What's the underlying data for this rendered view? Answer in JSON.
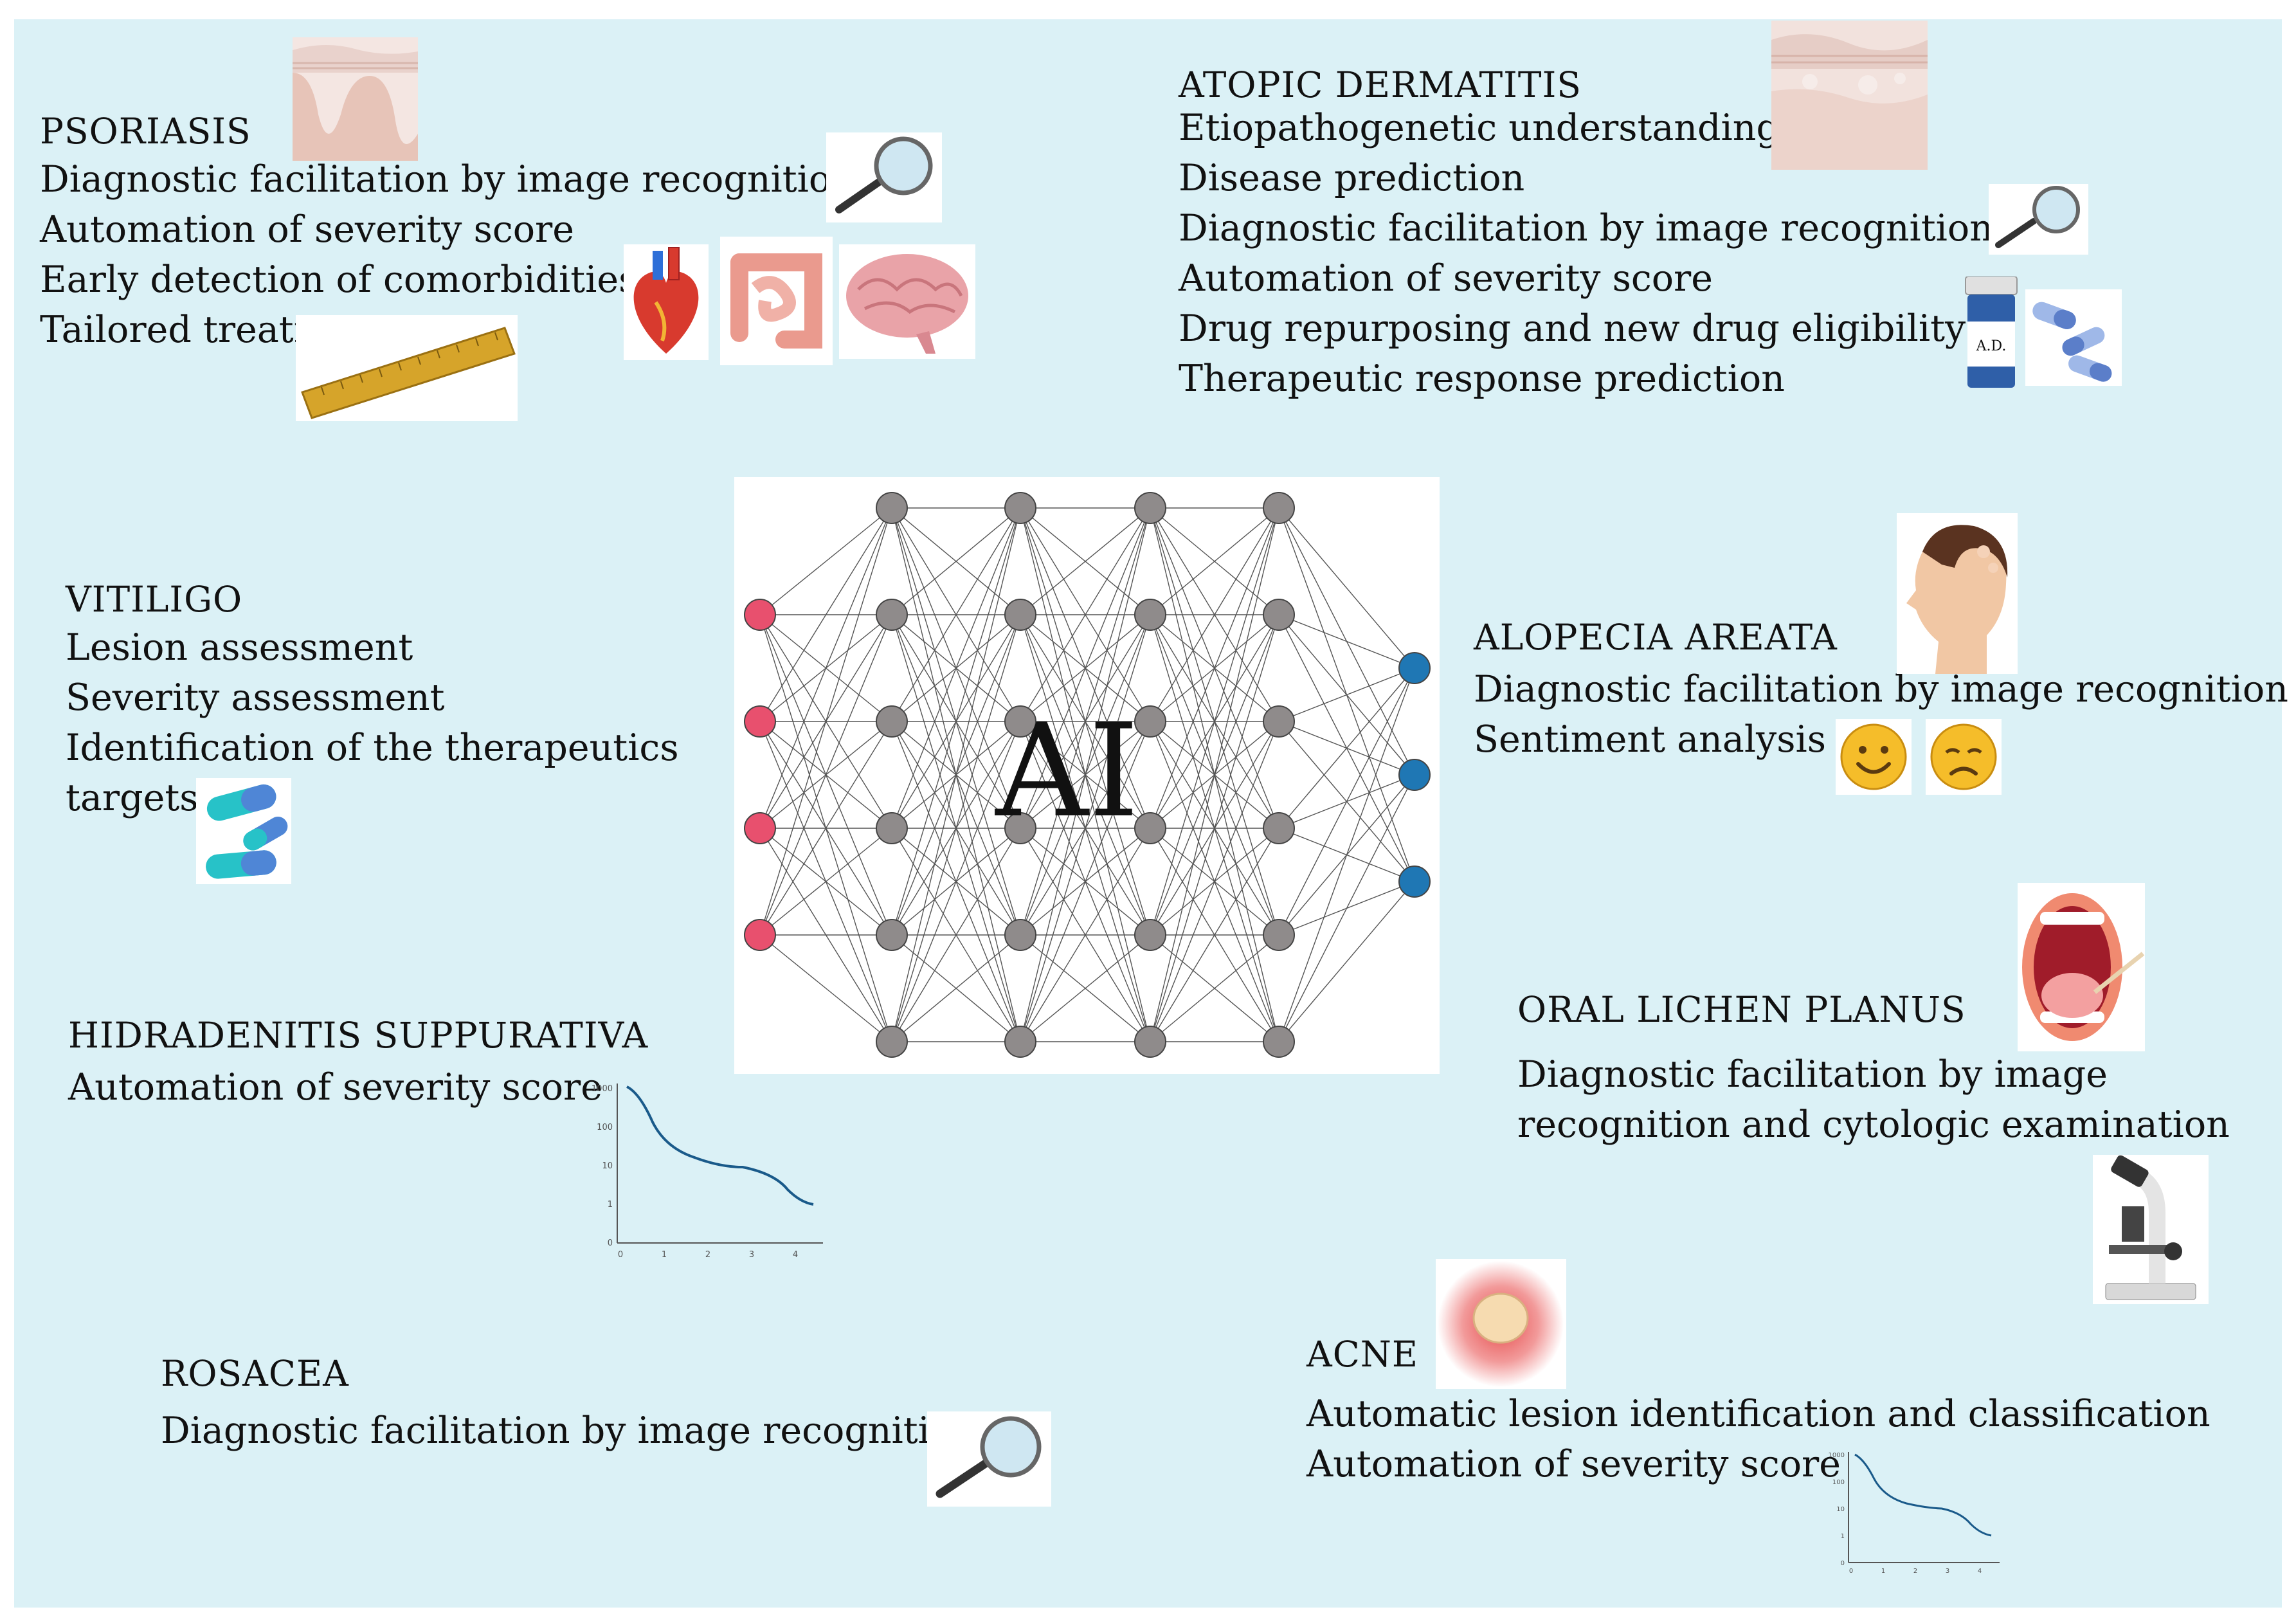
{
  "center_label": "AI",
  "psoriasis": {
    "title": "PSORIASIS",
    "items": [
      "Diagnostic facilitation by image recognition",
      "Automation of severity score",
      "Early detection of comorbidities",
      "Tailored treatment"
    ]
  },
  "atopic_dermatitis": {
    "title": "ATOPIC DERMATITIS",
    "items": [
      "Etiopathogenetic understanding",
      "Disease prediction",
      "Diagnostic facilitation by image recognition",
      "Automation of severity score",
      "Drug repurposing and new drug eligibility",
      "Therapeutic response prediction"
    ],
    "pill_label": "A.D."
  },
  "vitiligo": {
    "title": "VITILIGO",
    "items": [
      "Lesion assessment",
      "Severity assessment",
      "Identification of the therapeutics",
      "targets"
    ]
  },
  "alopecia_areata": {
    "title": "ALOPECIA AREATA",
    "items": [
      "Diagnostic facilitation by image recognition",
      "Sentiment analysis"
    ]
  },
  "hidradenitis": {
    "title": "HIDRADENITIS SUPPURATIVA",
    "items": [
      "Automation of severity score"
    ]
  },
  "oral_lichen_planus": {
    "title": "ORAL LICHEN PLANUS",
    "items": [
      "Diagnostic facilitation by image",
      "recognition and cytologic examination"
    ]
  },
  "rosacea": {
    "title": "ROSACEA",
    "items": [
      "Diagnostic facilitation by image recognition"
    ]
  },
  "acne": {
    "title": "ACNE",
    "items": [
      "Automatic lesion identification and classification",
      "Automation of severity score"
    ]
  },
  "mini_chart": {
    "y_ticks": [
      "1000",
      "100",
      "10",
      "1",
      "0"
    ],
    "x_ticks": [
      "0",
      "1",
      "2",
      "3",
      "4"
    ]
  },
  "neural_network": {
    "layers": [
      4,
      6,
      6,
      6,
      6,
      3
    ],
    "input_color": "#e8506e",
    "hidden_color": "#8f8b8b",
    "output_color": "#1f77b4"
  },
  "colors": {
    "background": "#dbf1f6",
    "text": "#111111"
  }
}
